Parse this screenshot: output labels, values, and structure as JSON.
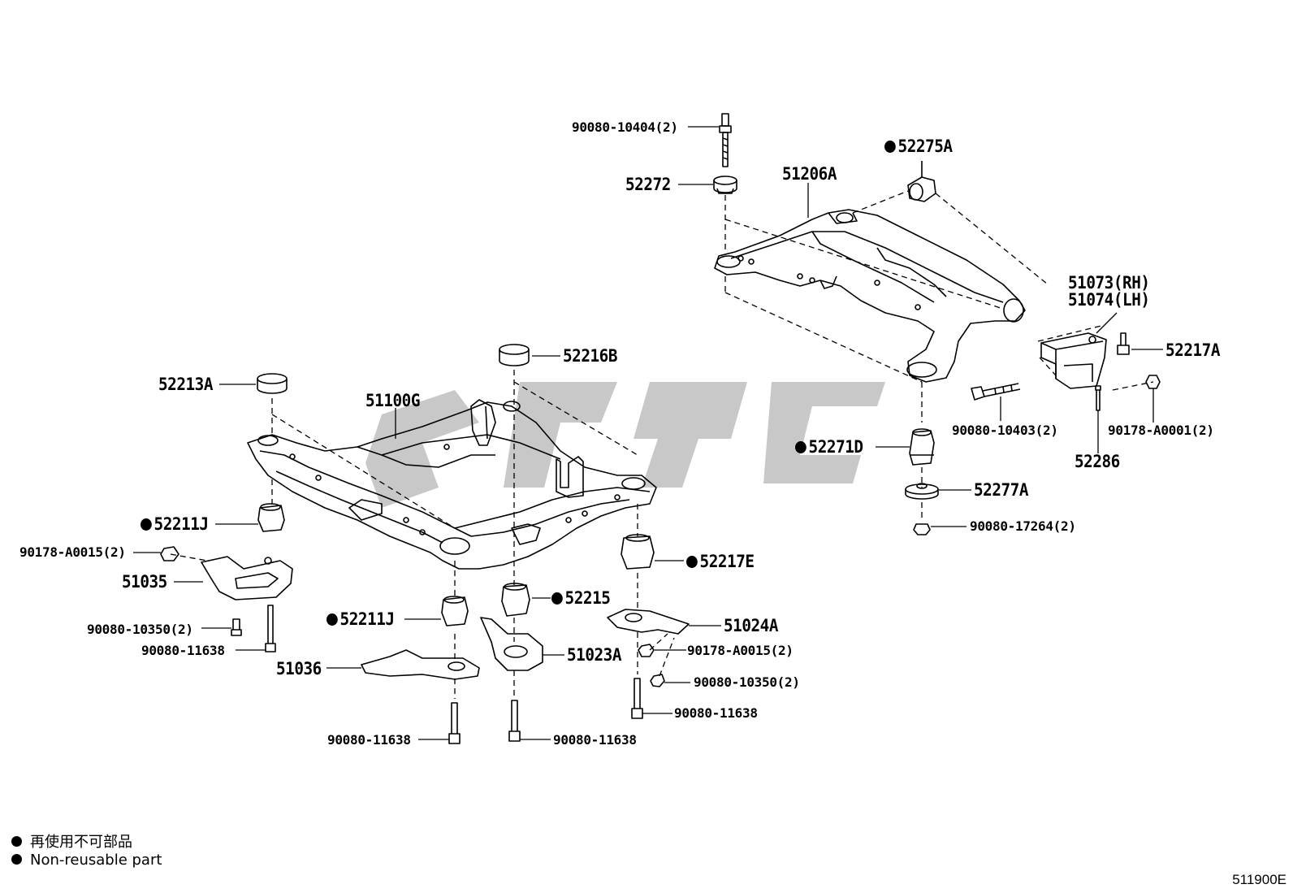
{
  "labels": {
    "p90080_10404": "90080-10404(2)",
    "p52275A": "52275A",
    "p52272": "52272",
    "p51206A": "51206A",
    "p51073": "51073(RH)",
    "p51074": "51074(LH)",
    "p52217A": "52217A",
    "p90178_A0001": "90178-A0001(2)",
    "p90080_10403": "90080-10403(2)",
    "p52286": "52286",
    "p52271D": "52271D",
    "p52277A": "52277A",
    "p90080_17264": "90080-17264(2)",
    "p52216B": "52216B",
    "p52213A": "52213A",
    "p51100G": "51100G",
    "p52211J_left": "52211J",
    "p90178_A0015_left": "90178-A0015(2)",
    "p51035": "51035",
    "p90080_10350_left": "90080-10350(2)",
    "p90080_11638_left": "90080-11638",
    "p51036": "51036",
    "p52211J_mid": "52211J",
    "p52215": "52215",
    "p51023A": "51023A",
    "p52217E": "52217E",
    "p51024A": "51024A",
    "p90178_A0015_right": "90178-A0015(2)",
    "p90080_10350_right": "90080-10350(2)",
    "p90080_11638_right": "90080-11638",
    "p90080_11638_b1": "90080-11638",
    "p90080_11638_b2": "90080-11638"
  },
  "legend": {
    "line1": "再使用不可部品",
    "line2": "Non-reusable part"
  },
  "diagram_code": "511900E",
  "colors": {
    "ink": "#000000",
    "watermark": "#c8c8c8",
    "background": "#ffffff"
  }
}
